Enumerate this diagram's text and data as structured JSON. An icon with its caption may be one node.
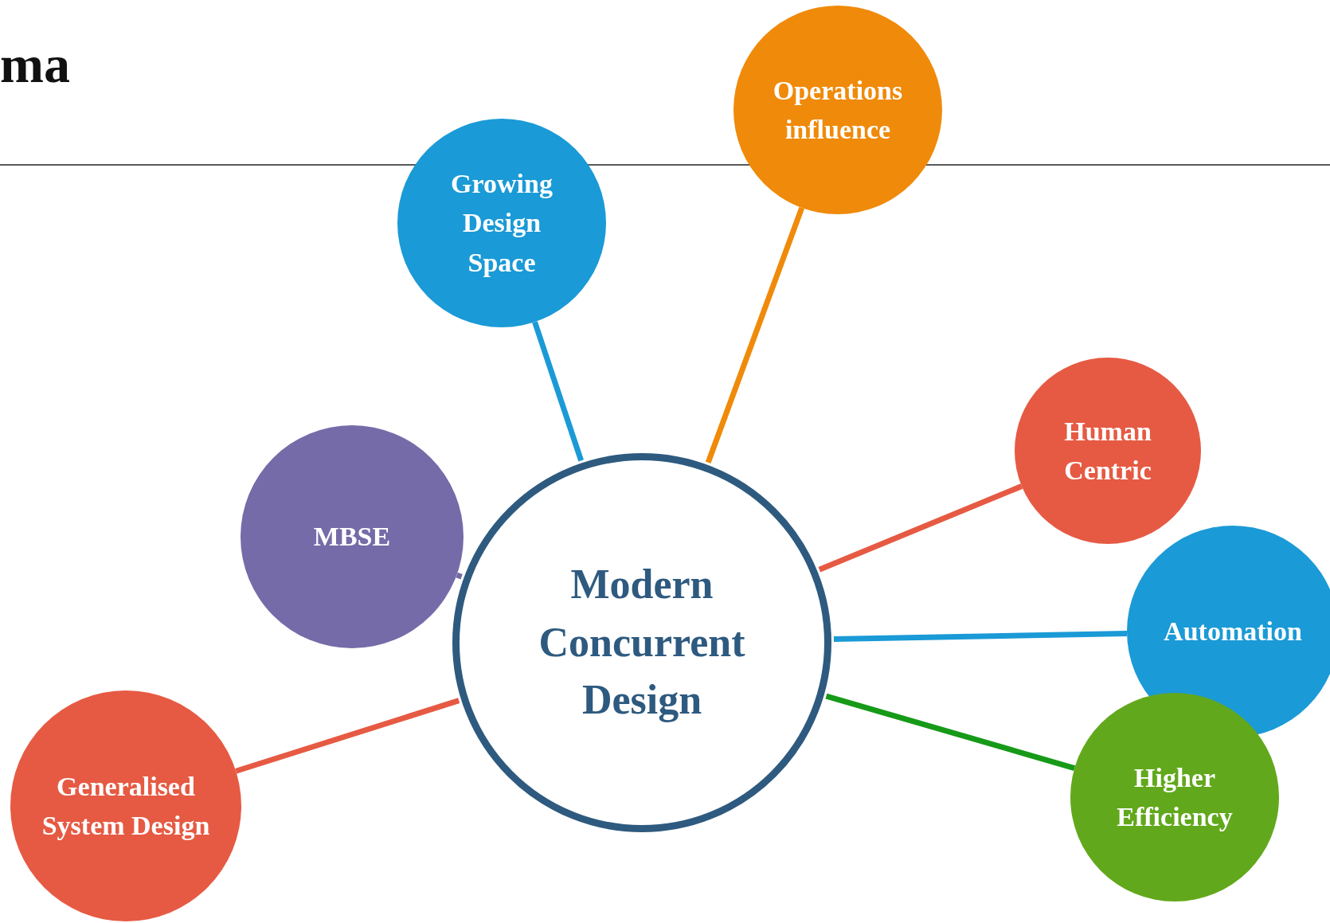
{
  "diagram": {
    "title": "ma",
    "nodes": [
      {
        "text": [
          "Operations influence"
        ]
      },
      {
        "text": [
          "Growing Design Space"
        ]
      },
      {
        "text": [
          "Human Centric"
        ]
      },
      {
        "text": [
          "MBSE"
        ]
      },
      {
        "text": [
          "Modern Concurrent Design"
        ]
      },
      {
        "text": [
          "Automation"
        ]
      },
      {
        "text": [
          "Higher Efficiency"
        ]
      },
      {
        "text": [
          "Generalised System Design"
        ]
      }
    ],
    "edges": [
      {
        "from": 4,
        "to": 0,
        "arrow": "none",
        "color": "#f08a0a"
      },
      {
        "from": 4,
        "to": 1,
        "arrow": "none",
        "color": "#1a9ad6"
      },
      {
        "from": 4,
        "to": 2,
        "arrow": "none",
        "color": "#e65a43"
      },
      {
        "from": 4,
        "to": 3,
        "arrow": "none",
        "color": "#756ba8"
      },
      {
        "from": 4,
        "to": 5,
        "arrow": "none",
        "color": "#1a9ad6"
      },
      {
        "from": 4,
        "to": 6,
        "arrow": "none",
        "color": "#169a18"
      },
      {
        "from": 4,
        "to": 7,
        "arrow": "none",
        "color": "#e65a43"
      }
    ]
  }
}
